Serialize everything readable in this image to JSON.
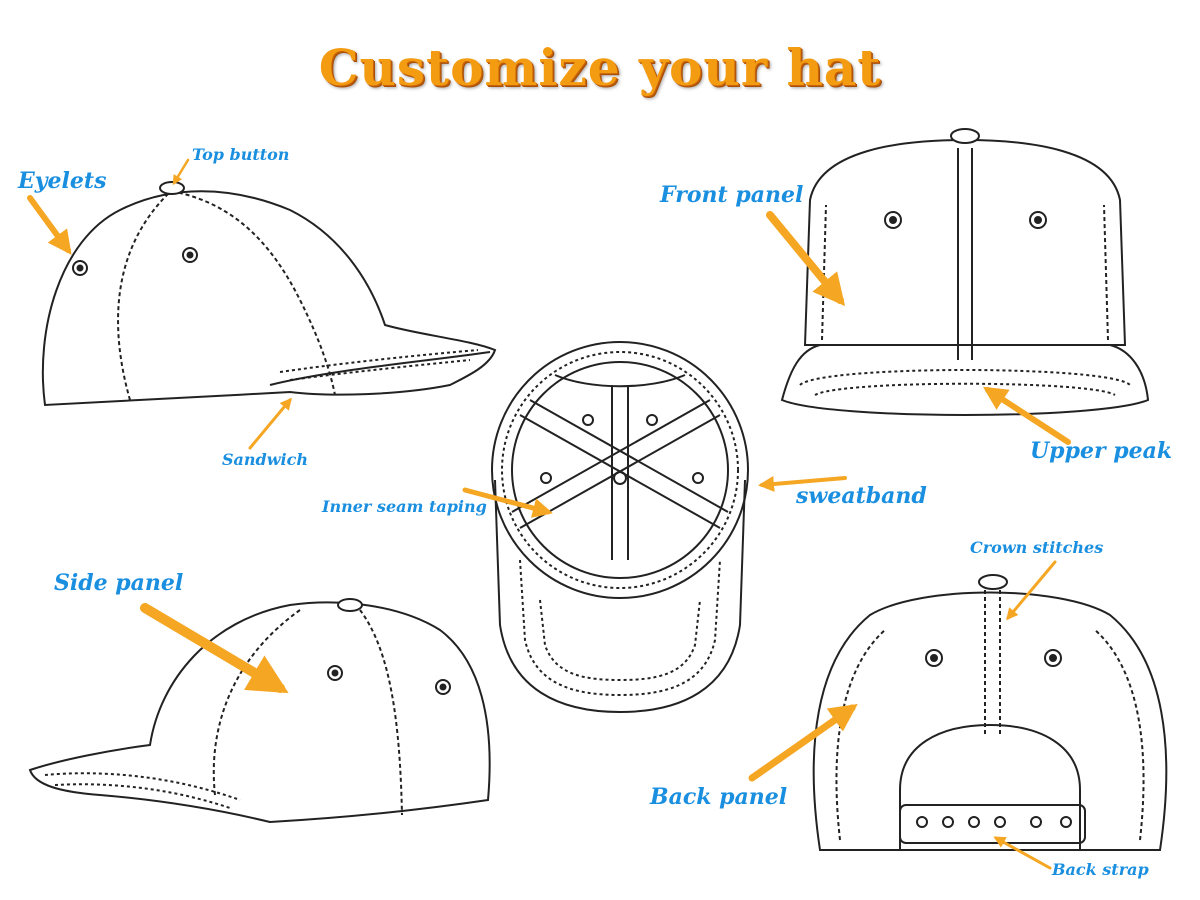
{
  "title": "Customize your hat",
  "colors": {
    "title": "#f39c12",
    "label": "#1a8fe0",
    "arrow": "#f5a623",
    "line": "#222222"
  },
  "labels": {
    "eyelets": "Eyelets",
    "top_button": "Top button",
    "sandwich": "Sandwich",
    "front_panel": "Front panel",
    "upper_peak": "Upper peak",
    "sweatband": "sweatband",
    "inner_seam_taping": "Inner seam taping",
    "side_panel": "Side panel",
    "crown_stitches": "Crown stitches",
    "back_panel": "Back panel",
    "back_strap": "Back strap"
  }
}
